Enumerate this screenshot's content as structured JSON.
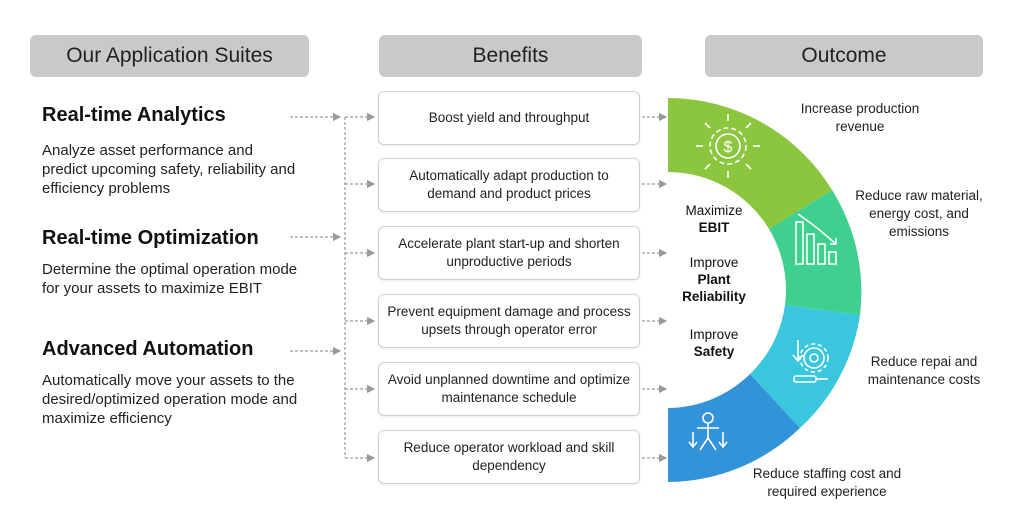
{
  "headers": {
    "suites": "Our Application Suites",
    "benefits": "Benefits",
    "outcome": "Outcome"
  },
  "suites": [
    {
      "title": "Real-time Analytics",
      "description": "Analyze asset performance and predict upcoming safety, reliability and efficiency problems"
    },
    {
      "title": "Real-time Optimization",
      "description": "Determine the optimal operation mode for your assets to maximize EBIT"
    },
    {
      "title": "Advanced Automation",
      "description": "Automatically move your assets to the desired/optimized operation mode and maximize efficiency"
    }
  ],
  "benefits": [
    "Boost yield and throughput",
    "Automatically adapt production to demand and product prices",
    "Accelerate plant start-up and shorten unproductive periods",
    "Prevent equipment damage and process upsets through operator error",
    "Avoid unplanned downtime and optimize maintenance schedule",
    "Reduce operator workload and skill dependency"
  ],
  "kpis": [
    {
      "line1": "Maximize",
      "line2": "EBIT"
    },
    {
      "line1": "Improve",
      "line2": "Plant",
      "line3": "Reliability"
    },
    {
      "line1": "Improve",
      "line2": "Safety"
    }
  ],
  "outcomes": [
    {
      "text": "Increase production revenue",
      "color": "#8cc63f",
      "icon": "dollar-gear-icon"
    },
    {
      "text": "Reduce raw material, energy cost, and emissions",
      "color": "#3fcf8e",
      "icon": "declining-bars-icon"
    },
    {
      "text": "Reduce repai and maintenance costs",
      "color": "#3ac6dc",
      "icon": "maintenance-gear-icon"
    },
    {
      "text": "Reduce staffing cost and required experience",
      "color": "#3393d8",
      "icon": "operator-icon"
    }
  ]
}
